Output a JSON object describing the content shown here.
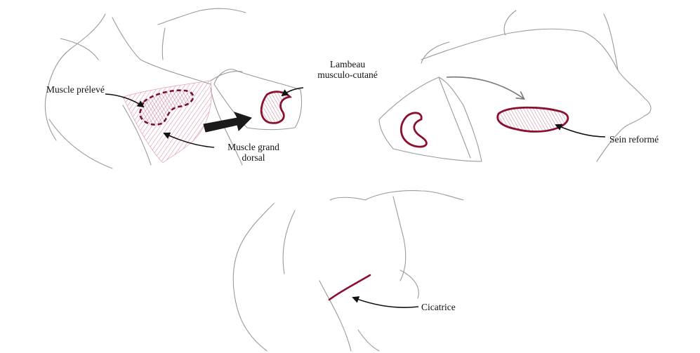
{
  "colors": {
    "pencil": "#9a9a9a",
    "contour": "#8b1030",
    "hatch": "#c7869b",
    "arrow": "#111111",
    "transfer_arrow": "#8a8a8a"
  },
  "labels": {
    "muscle_preleve": "Muscle prélevé",
    "lambeau_line1": "Lambeau",
    "lambeau_line2": "musculo-cutané",
    "grand_dorsal_line1": "Muscle grand",
    "grand_dorsal_line2": "dorsal",
    "sein_reforme": "Sein reformé",
    "cicatrice": "Cicatrice"
  }
}
